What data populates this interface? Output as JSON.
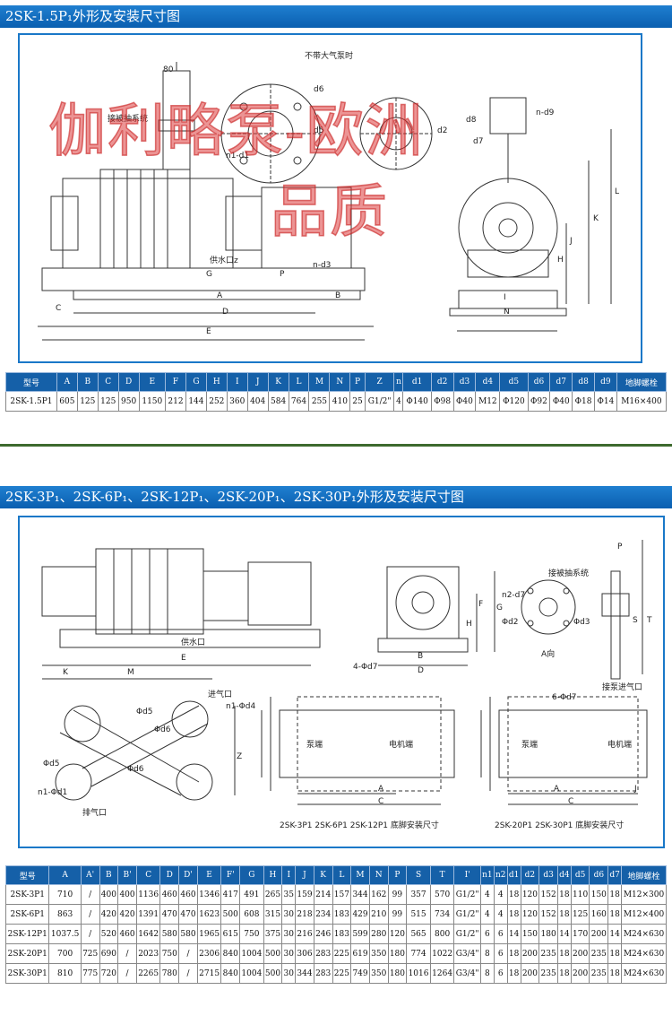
{
  "section1": {
    "title": "2SK-1.5P₁外形及安装尺寸图",
    "drawing_labels": {
      "note_top": "不带大气泵时",
      "dim_80": "80",
      "connect_system": "接被抽系统",
      "d6": "d6",
      "d5": "d5",
      "n1_d1": "n1-d1",
      "n9_d9": "n-d9",
      "d2": "d2",
      "d8": "d8",
      "d7": "d7",
      "water_inlet": "供水口z",
      "G": "G",
      "P": "P",
      "n_d3": "n-d3",
      "A": "A",
      "B": "B",
      "C": "C",
      "D": "D",
      "E": "E",
      "L": "L",
      "K": "K",
      "J": "J",
      "H": "H",
      "I": "I",
      "N": "N"
    },
    "watermark_line1": "伽利略泵-欧洲",
    "watermark_line2": "品质",
    "table": {
      "headers": [
        "型号",
        "A",
        "B",
        "C",
        "D",
        "E",
        "F",
        "G",
        "H",
        "I",
        "J",
        "K",
        "L",
        "M",
        "N",
        "P",
        "Z",
        "n",
        "d1",
        "d2",
        "d3",
        "d4",
        "d5",
        "d6",
        "d7",
        "d8",
        "d9",
        "地脚螺栓"
      ],
      "rows": [
        [
          "2SK-1.5P1",
          "605",
          "125",
          "125",
          "950",
          "1150",
          "212",
          "144",
          "252",
          "360",
          "404",
          "584",
          "764",
          "255",
          "410",
          "25",
          "G1/2\"",
          "4",
          "Φ140",
          "Φ98",
          "Φ40",
          "M12",
          "Φ120",
          "Φ92",
          "Φ40",
          "Φ18",
          "Φ14",
          "M16×400"
        ]
      ]
    }
  },
  "section2": {
    "title": "2SK-3P₁、2SK-6P₁、2SK-12P₁、2SK-20P₁、2SK-30P₁外形及安装尺寸图",
    "drawing_labels": {
      "water_inlet": "供水口",
      "E": "E",
      "K": "K",
      "M": "M",
      "G": "G",
      "F": "F",
      "H": "H",
      "B": "B",
      "D": "D",
      "n4_d7": "4-Φd7",
      "connect_system": "接被抽系统",
      "n2_d7": "n2-d7",
      "d2": "Φd2",
      "d3": "Φd3",
      "a_view": "A向",
      "P": "P",
      "S": "S",
      "T": "T",
      "exhaust_pipe": "接泵进气口",
      "inlet": "进气口",
      "d5": "Φd5",
      "d6": "Φd6",
      "n1_d4": "n1-Φd4",
      "Z": "Z",
      "d5b": "Φd5",
      "d6b": "Φd6",
      "n1_d1": "n1-Φd1",
      "outlet": "排气口",
      "pump_end": "泵端",
      "motor_end": "电机端",
      "A": "A",
      "C": "C",
      "caption_left": "2SK-3P1  2SK-6P1  2SK-12P1 底脚安装尺寸",
      "n6_d7": "6-Φd7",
      "J": "J",
      "caption_right": "2SK-20P1  2SK-30P1 底脚安装尺寸"
    },
    "table": {
      "headers": [
        "型号",
        "A",
        "A'",
        "B",
        "B'",
        "C",
        "D",
        "D'",
        "E",
        "F'",
        "G",
        "H",
        "I",
        "J",
        "K",
        "L",
        "M",
        "N",
        "P",
        "S",
        "T",
        "I'",
        "n1",
        "n2",
        "d1",
        "d2",
        "d3",
        "d4",
        "d5",
        "d6",
        "d7",
        "地脚螺栓"
      ],
      "rows": [
        [
          "2SK-3P1",
          "710",
          "/",
          "400",
          "400",
          "1136",
          "460",
          "460",
          "1346",
          "417",
          "491",
          "265",
          "35",
          "159",
          "214",
          "157",
          "344",
          "162",
          "99",
          "357",
          "570",
          "G1/2\"",
          "4",
          "4",
          "18",
          "120",
          "152",
          "18",
          "110",
          "150",
          "18",
          "M12×300"
        ],
        [
          "2SK-6P1",
          "863",
          "/",
          "420",
          "420",
          "1391",
          "470",
          "470",
          "1623",
          "500",
          "608",
          "315",
          "30",
          "218",
          "234",
          "183",
          "429",
          "210",
          "99",
          "515",
          "734",
          "G1/2\"",
          "4",
          "4",
          "18",
          "120",
          "152",
          "18",
          "125",
          "160",
          "18",
          "M12×400"
        ],
        [
          "2SK-12P1",
          "1037.5",
          "/",
          "520",
          "460",
          "1642",
          "580",
          "580",
          "1965",
          "615",
          "750",
          "375",
          "30",
          "216",
          "246",
          "183",
          "599",
          "280",
          "120",
          "565",
          "800",
          "G1/2\"",
          "6",
          "6",
          "14",
          "150",
          "180",
          "14",
          "170",
          "200",
          "14",
          "M24×630"
        ],
        [
          "2SK-20P1",
          "700",
          "725",
          "690",
          "/",
          "2023",
          "750",
          "/",
          "2306",
          "840",
          "1004",
          "500",
          "30",
          "306",
          "283",
          "225",
          "619",
          "350",
          "180",
          "774",
          "1022",
          "G3/4\"",
          "8",
          "6",
          "18",
          "200",
          "235",
          "18",
          "200",
          "235",
          "18",
          "M24×630"
        ],
        [
          "2SK-30P1",
          "810",
          "775",
          "720",
          "/",
          "2265",
          "780",
          "/",
          "2715",
          "840",
          "1004",
          "500",
          "30",
          "344",
          "283",
          "225",
          "749",
          "350",
          "180",
          "1016",
          "1264",
          "G3/4\"",
          "8",
          "6",
          "18",
          "200",
          "235",
          "18",
          "200",
          "235",
          "18",
          "M24×630"
        ]
      ]
    }
  }
}
